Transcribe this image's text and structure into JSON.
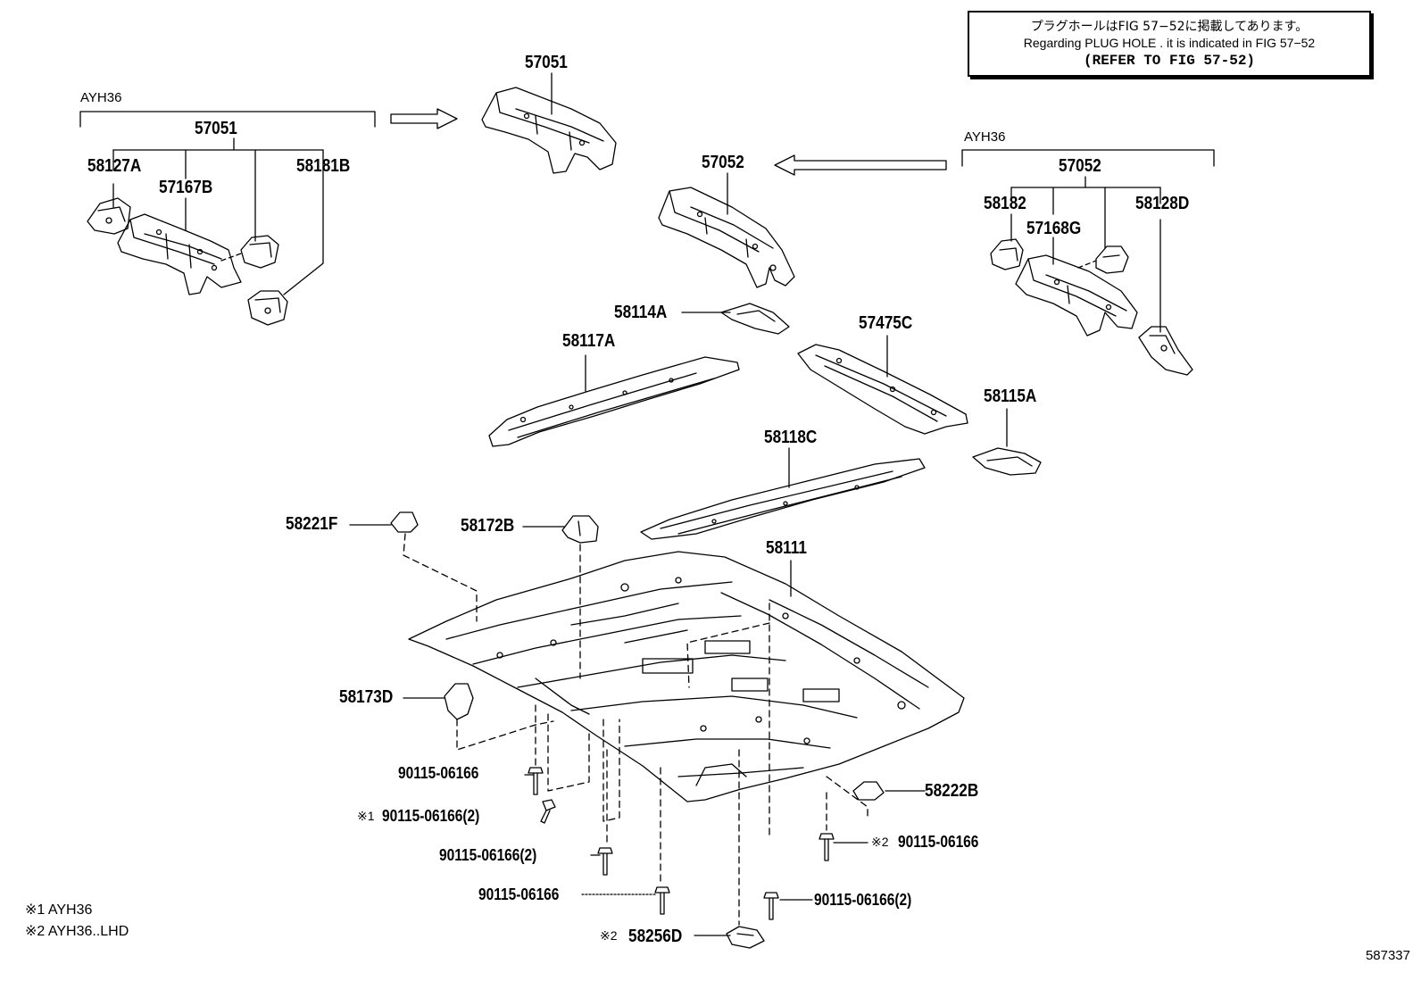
{
  "note": {
    "line_jp": "プラグホールはFIG 57−52に掲載してあります。",
    "line_en": "Regarding  PLUG  HOLE . it is indicated in FIG  57−52",
    "refer": "(REFER TO FIG 57-52)"
  },
  "groups": {
    "left_model": "AYH36",
    "right_model": "AYH36"
  },
  "parts": {
    "p57051_top": "57051",
    "p57051_left": "57051",
    "p58127A": "58127A",
    "p57167B": "57167B",
    "p58181B": "58181B",
    "p57052_mid": "57052",
    "p57052_right": "57052",
    "p58182": "58182",
    "p57168G": "57168G",
    "p58128D": "58128D",
    "p58114A": "58114A",
    "p58117A": "58117A",
    "p57475C": "57475C",
    "p58115A": "58115A",
    "p58118C": "58118C",
    "p58221F": "58221F",
    "p58172B": "58172B",
    "p58111": "58111",
    "p58173D": "58173D",
    "p58222B": "58222B",
    "b1": "90115-06166",
    "b2": "90115-06166(2)",
    "b2_mark": "※1",
    "b3": "90115-06166(2)",
    "b4": "90115-06166",
    "b5": "90115-06166(2)",
    "b6": "90115-06166",
    "b6_mark": "※2",
    "p58256D": "58256D",
    "p58256D_mark": "※2"
  },
  "footnotes": {
    "f1": "※1 AYH36",
    "f2": "※2 AYH36..LHD"
  },
  "figure_id": "587337"
}
